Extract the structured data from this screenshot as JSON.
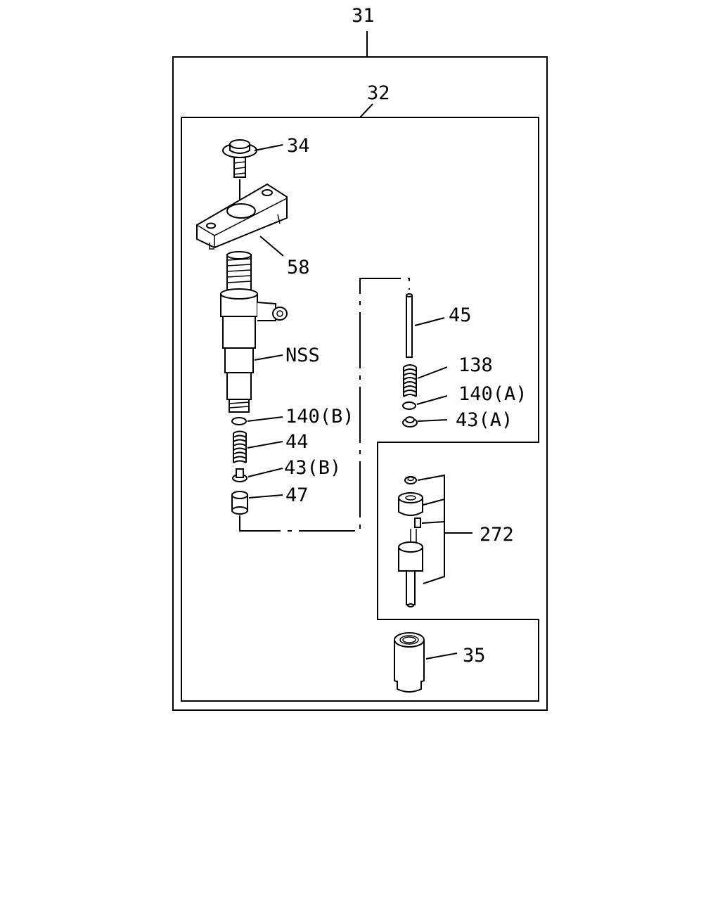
{
  "labels": {
    "l31": "31",
    "l32": "32",
    "l34": "34",
    "l58": "58",
    "l45": "45",
    "lNSS": "NSS",
    "l138": "138",
    "l140a": "140(A)",
    "l43a": "43(A)",
    "l140b": "140(B)",
    "l44": "44",
    "l43b": "43(B)",
    "l47": "47",
    "l272": "272",
    "l35": "35"
  }
}
